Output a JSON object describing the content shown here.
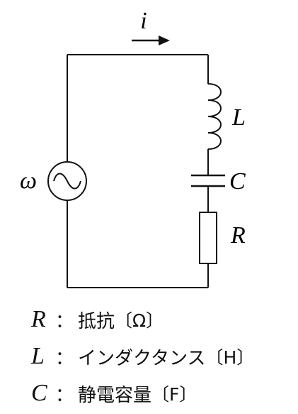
{
  "circuit": {
    "current_label": "i",
    "source_label": "ω",
    "inductor_label": "L",
    "capacitor_label": "C",
    "resistor_label": "R"
  },
  "legend": [
    {
      "symbol": "R",
      "separator": "：",
      "description": "抵抗",
      "unit": "〔Ω〕"
    },
    {
      "symbol": "L",
      "separator": "：",
      "description": "インダクタンス",
      "unit": "〔H〕"
    },
    {
      "symbol": "C",
      "separator": "：",
      "description": "静電容量",
      "unit": "〔F〕"
    }
  ],
  "colors": {
    "wire": "#111111",
    "background": "#ffffff"
  }
}
